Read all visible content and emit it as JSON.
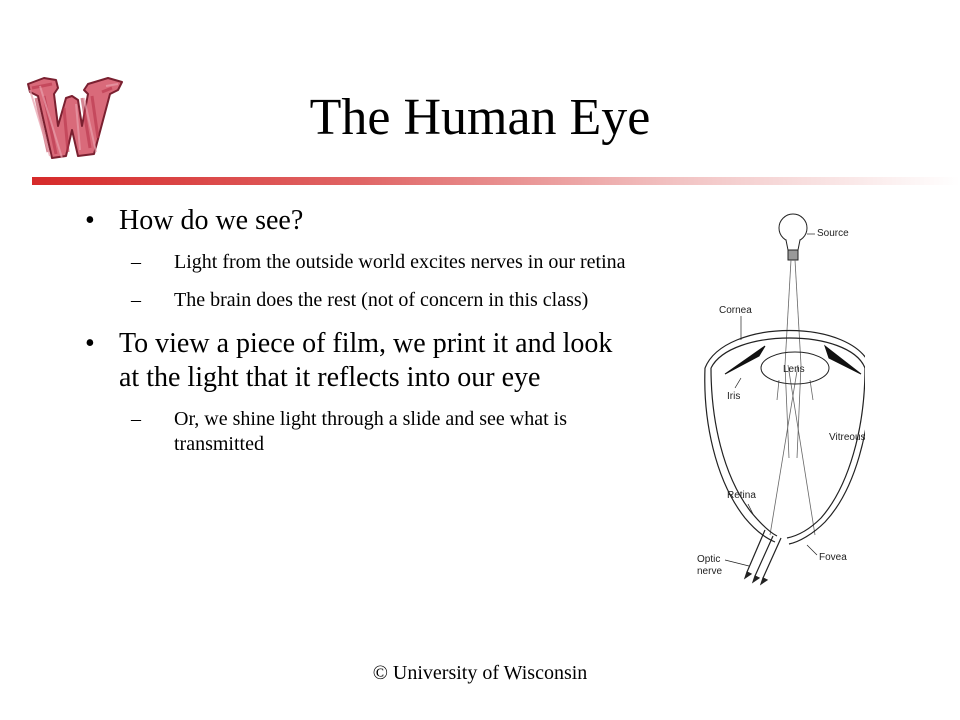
{
  "slide": {
    "title": "The Human Eye",
    "footer": "© University of Wisconsin"
  },
  "content": {
    "bullets": [
      {
        "text": "How do we see?",
        "subs": [
          "Light from the outside world excites nerves in our retina",
          "The brain does the rest (not of concern in this class)"
        ]
      },
      {
        "text": "To view a piece of film, we print it and look at the light that it reflects into our eye",
        "subs": [
          "Or, we shine light through a slide and see what is transmitted"
        ]
      }
    ]
  },
  "diagram": {
    "labels": {
      "source": "Source",
      "cornea": "Cornea",
      "lens": "Lens",
      "iris": "Iris",
      "vitreous": "Vitreous",
      "retina": "Retina",
      "fovea": "Fovea",
      "optic_line1": "Optic",
      "optic_line2": "nerve"
    }
  },
  "colors": {
    "accent_red": "#d62a2a",
    "logo_red": "#c9485b"
  }
}
